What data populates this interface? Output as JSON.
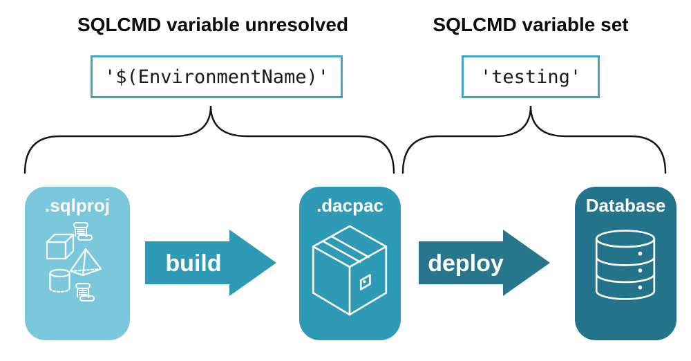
{
  "headers": {
    "left": "SQLCMD variable unresolved",
    "right": "SQLCMD variable set"
  },
  "code_boxes": {
    "left": "'$(EnvironmentName)'",
    "right": "'testing'"
  },
  "pipeline": {
    "stages": [
      {
        "label": ".sqlproj",
        "color": "#7bc8dd",
        "icon": "sql-objects-icon"
      },
      {
        "label": ".dacpac",
        "color": "#2f9ab5",
        "icon": "package-icon"
      },
      {
        "label": "Database",
        "color": "#23748a",
        "icon": "database-icon"
      }
    ],
    "arrows": [
      {
        "label": "build",
        "color": "#2f9ab5"
      },
      {
        "label": "deploy",
        "color": "#27768b"
      }
    ]
  },
  "colors": {
    "background": "#ffffff",
    "heading_text": "#0d0d0d",
    "code_text": "#1a1a1a",
    "code_box_border": "#3ea6c6",
    "brace": "#141414",
    "icon_and_label": "#ffffff"
  }
}
